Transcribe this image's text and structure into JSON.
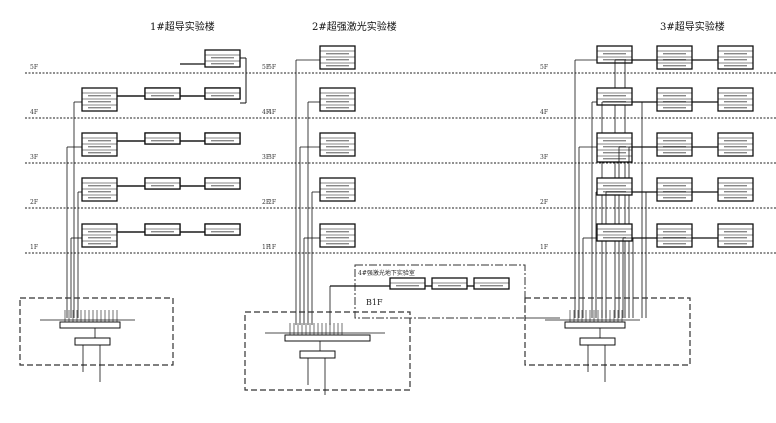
{
  "buildings": [
    {
      "title": "1#超导实验楼",
      "floors_with_boxes": {
        "5F": [
          [
            0,
            0,
            2
          ]
        ],
        "4F": [
          [
            3,
            1,
            1
          ],
          [
            0,
            1,
            1
          ]
        ],
        "3F": [
          [
            3,
            1,
            1
          ],
          [
            0,
            1,
            1
          ]
        ],
        "2F": [
          [
            3,
            1,
            1
          ],
          [
            0,
            1,
            1
          ]
        ],
        "1F": [
          [
            3,
            1,
            1
          ],
          [
            0,
            1,
            1
          ]
        ]
      }
    },
    {
      "title": "2#超强激光实验楼",
      "floors_with_boxes": {
        "5F": [
          [
            3
          ]
        ],
        "4F": [
          [
            3
          ]
        ],
        "3F": [
          [
            3
          ]
        ],
        "2F": [
          [
            3
          ]
        ],
        "1F": [
          [
            3
          ]
        ]
      }
    },
    {
      "title": "3#超导实验楼",
      "floors_with_boxes": {
        "5F": [
          [
            2,
            3,
            3
          ]
        ],
        "4F": [
          [
            2,
            3,
            3
          ]
        ],
        "3F": [
          [
            4,
            3,
            3
          ]
        ],
        "2F": [
          [
            2,
            3,
            3
          ]
        ],
        "1F": [
          [
            2,
            3,
            3
          ]
        ]
      }
    }
  ],
  "floor_labels": [
    "5F",
    "4F",
    "3F",
    "2F",
    "1F"
  ],
  "basement": {
    "title": "4#强激光地下实验室",
    "floor_label": "B1F"
  },
  "colors": {
    "line": "#111111",
    "dashed": "#333333"
  }
}
